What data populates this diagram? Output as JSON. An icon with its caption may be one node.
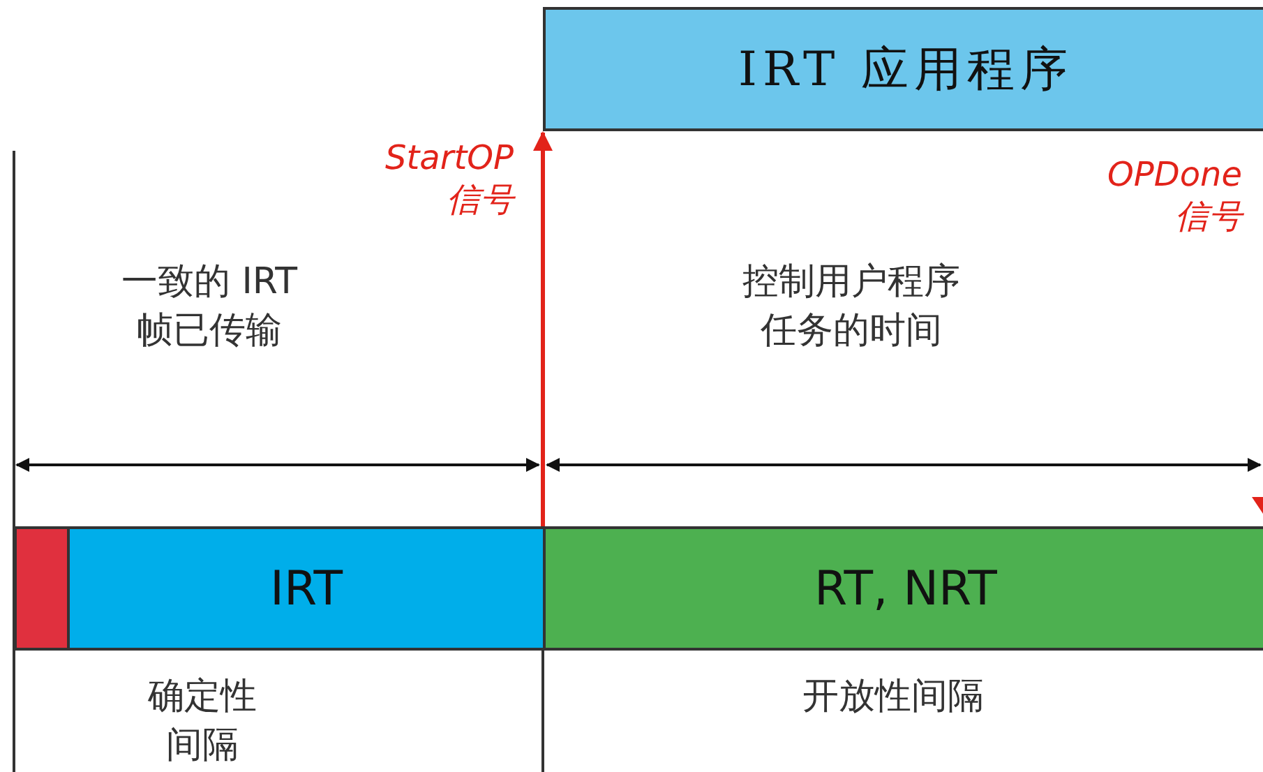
{
  "diagram": {
    "nodes": [
      {
        "text": [
          "IRT 应用程序"
        ]
      },
      {
        "text": [],
        "shape": "bar"
      },
      {
        "text": [
          "IRT"
        ]
      },
      {
        "text": [
          "RT, NRT"
        ]
      }
    ],
    "edges": [
      {
        "from": 2,
        "to": 0,
        "arrow": "to",
        "color": "#e2231a"
      }
    ],
    "labels": [
      "StartOP 信号",
      "OPDone 信号",
      "一致的 IRT帧已传输",
      "控制用户程序任务的时间",
      "确定性间隔",
      "开放性间隔"
    ]
  }
}
